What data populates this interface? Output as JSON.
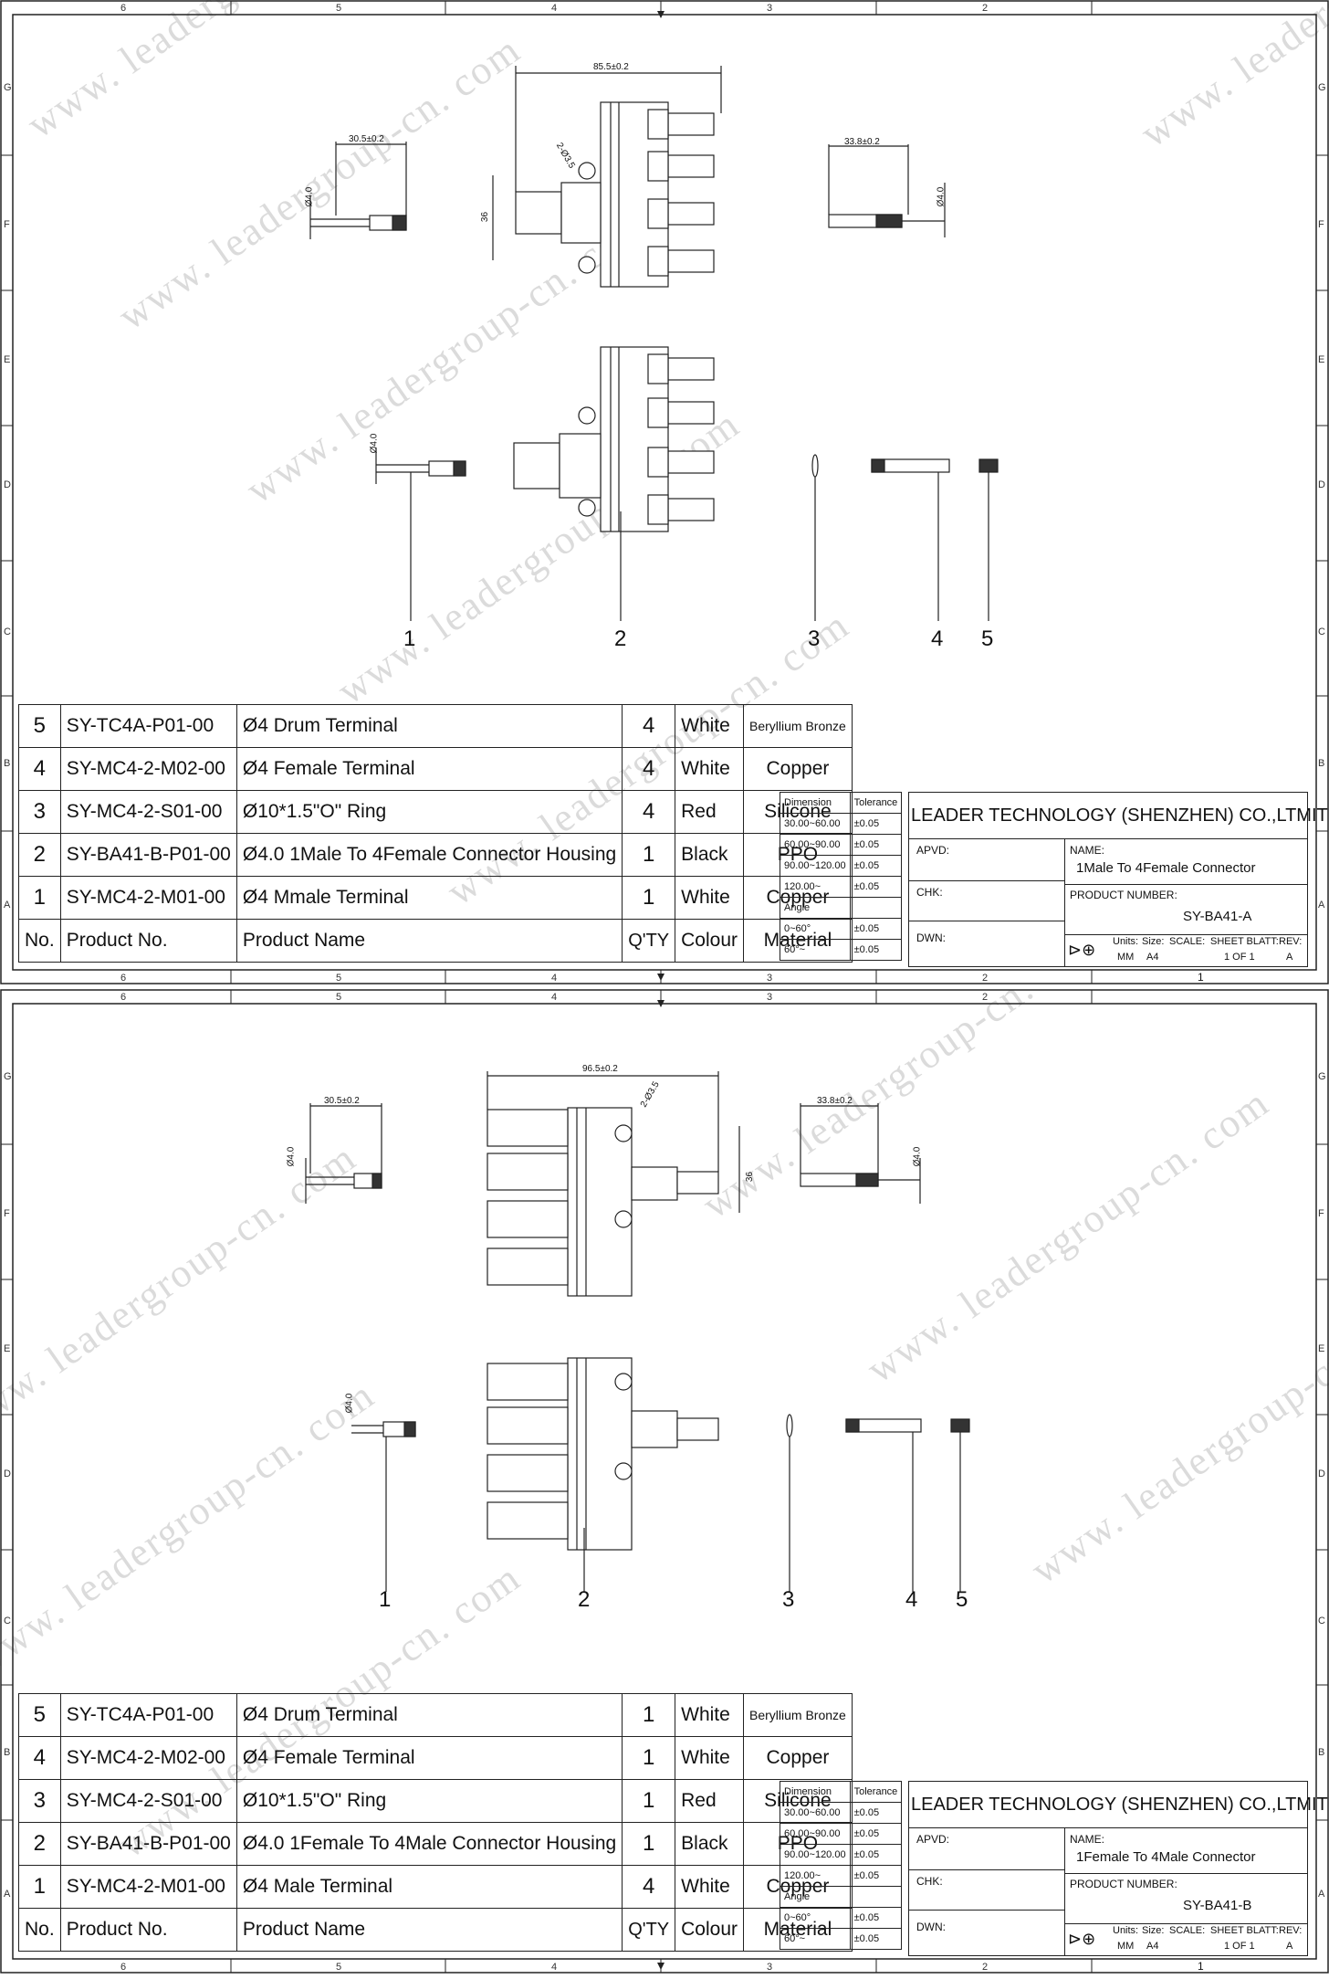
{
  "zones": {
    "columns": [
      "6",
      "5",
      "4",
      "3",
      "2",
      "1"
    ],
    "rows": [
      "G",
      "F",
      "E",
      "D",
      "C",
      "B",
      "A"
    ]
  },
  "watermark": "www. leadergroup-cn. com",
  "sheets": [
    {
      "dims": {
        "left_length": "30.5±0.2",
        "left_dia": "Ø4.0",
        "housing_length": "85.5±0.2",
        "hole": "2-Ø3.5",
        "height": "36",
        "right_length": "33.8±0.2",
        "right_dia": "Ø4.0",
        "lower_dia": "Ø4.0"
      },
      "callouts": [
        "1",
        "2",
        "3",
        "4",
        "5"
      ],
      "bom": {
        "rows": [
          {
            "no": "5",
            "product_no": "SY-TC4A-P01-00",
            "name": "Ø4 Drum Terminal",
            "qty": "4",
            "colour": "White",
            "material": "Beryllium Bronze"
          },
          {
            "no": "4",
            "product_no": "SY-MC4-2-M02-00",
            "name": "Ø4 Female Terminal",
            "qty": "4",
            "colour": "White",
            "material": "Copper"
          },
          {
            "no": "3",
            "product_no": "SY-MC4-2-S01-00",
            "name": "Ø10*1.5\"O\" Ring",
            "qty": "4",
            "colour": "Red",
            "material": "Silicone"
          },
          {
            "no": "2",
            "product_no": "SY-BA41-B-P01-00",
            "name": "Ø4.0  1Male To 4Female Connector Housing",
            "qty": "1",
            "colour": "Black",
            "material": "PPO"
          },
          {
            "no": "1",
            "product_no": "SY-MC4-2-M01-00",
            "name": "Ø4 Mmale Terminal",
            "qty": "1",
            "colour": "White",
            "material": "Copper"
          }
        ],
        "header": {
          "no": "No.",
          "product_no": "Product  No.",
          "name": "Product  Name",
          "qty": "Q'TY",
          "colour": "Colour",
          "material": "Material"
        }
      },
      "tolerance": {
        "header": [
          "Dimension",
          "Tolerance"
        ],
        "rows": [
          [
            "30.00~60.00",
            "±0.05"
          ],
          [
            "60.00~90.00",
            "±0.05"
          ],
          [
            "90.00~120.00",
            "±0.05"
          ],
          [
            "120.00~",
            "±0.05"
          ],
          [
            "Angle",
            ""
          ],
          [
            "0~60°",
            "±0.05"
          ],
          [
            "60°~",
            "±0.05"
          ]
        ]
      },
      "title_block": {
        "company": "LEADER TECHNOLOGY (SHENZHEN) CO.,LTMITED",
        "apvd": "APVD:",
        "chk": "CHK:",
        "dwn": "DWN:",
        "name_label": "NAME:",
        "name": "1Male To 4Female Connector",
        "pn_label": "PRODUCT NUMBER:",
        "pn": "SY-BA41-A",
        "units_label": "Units:",
        "units": "MM",
        "size_label": "Size:",
        "size": "A4",
        "scale_label": "SCALE:",
        "sheet_label": "SHEET BLATT:",
        "sheet": "1  OF  1",
        "rev_label": "REV:",
        "rev": "A",
        "page_no": "1"
      }
    },
    {
      "dims": {
        "left_length": "30.5±0.2",
        "left_dia": "Ø4.0",
        "housing_length": "96.5±0.2",
        "hole": "2-Ø3.5",
        "height": "36",
        "right_length": "33.8±0.2",
        "right_dia": "Ø4.0",
        "lower_dia": "Ø4.0"
      },
      "callouts": [
        "1",
        "2",
        "3",
        "4",
        "5"
      ],
      "bom": {
        "rows": [
          {
            "no": "5",
            "product_no": "SY-TC4A-P01-00",
            "name": "Ø4 Drum Terminal",
            "qty": "1",
            "colour": "White",
            "material": "Beryllium Bronze"
          },
          {
            "no": "4",
            "product_no": "SY-MC4-2-M02-00",
            "name": "Ø4 Female Terminal",
            "qty": "1",
            "colour": "White",
            "material": "Copper"
          },
          {
            "no": "3",
            "product_no": "SY-MC4-2-S01-00",
            "name": "Ø10*1.5\"O\" Ring",
            "qty": "1",
            "colour": "Red",
            "material": "Silicone"
          },
          {
            "no": "2",
            "product_no": "SY-BA41-B-P01-00",
            "name": "Ø4.0  1Female To 4Male Connector Housing",
            "qty": "1",
            "colour": "Black",
            "material": "PPO"
          },
          {
            "no": "1",
            "product_no": "SY-MC4-2-M01-00",
            "name": "Ø4 Male Terminal",
            "qty": "4",
            "colour": "White",
            "material": "Copper"
          }
        ],
        "header": {
          "no": "No.",
          "product_no": "Product  No.",
          "name": "Product  Name",
          "qty": "Q'TY",
          "colour": "Colour",
          "material": "Material"
        }
      },
      "tolerance": {
        "header": [
          "Dimension",
          "Tolerance"
        ],
        "rows": [
          [
            "30.00~60.00",
            "±0.05"
          ],
          [
            "60.00~90.00",
            "±0.05"
          ],
          [
            "90.00~120.00",
            "±0.05"
          ],
          [
            "120.00~",
            "±0.05"
          ],
          [
            "Angle",
            ""
          ],
          [
            "0~60°",
            "±0.05"
          ],
          [
            "60°~",
            "±0.05"
          ]
        ]
      },
      "title_block": {
        "company": "LEADER TECHNOLOGY (SHENZHEN) CO.,LTMITED",
        "apvd": "APVD:",
        "chk": "CHK:",
        "dwn": "DWN:",
        "name_label": "NAME:",
        "name": "1Female To 4Male Connector",
        "pn_label": "PRODUCT NUMBER:",
        "pn": "SY-BA41-B",
        "units_label": "Units:",
        "units": "MM",
        "size_label": "Size:",
        "size": "A4",
        "scale_label": "SCALE:",
        "sheet_label": "SHEET BLATT:",
        "sheet": "1  OF  1",
        "rev_label": "REV:",
        "rev": "A",
        "page_no": "1"
      }
    }
  ]
}
